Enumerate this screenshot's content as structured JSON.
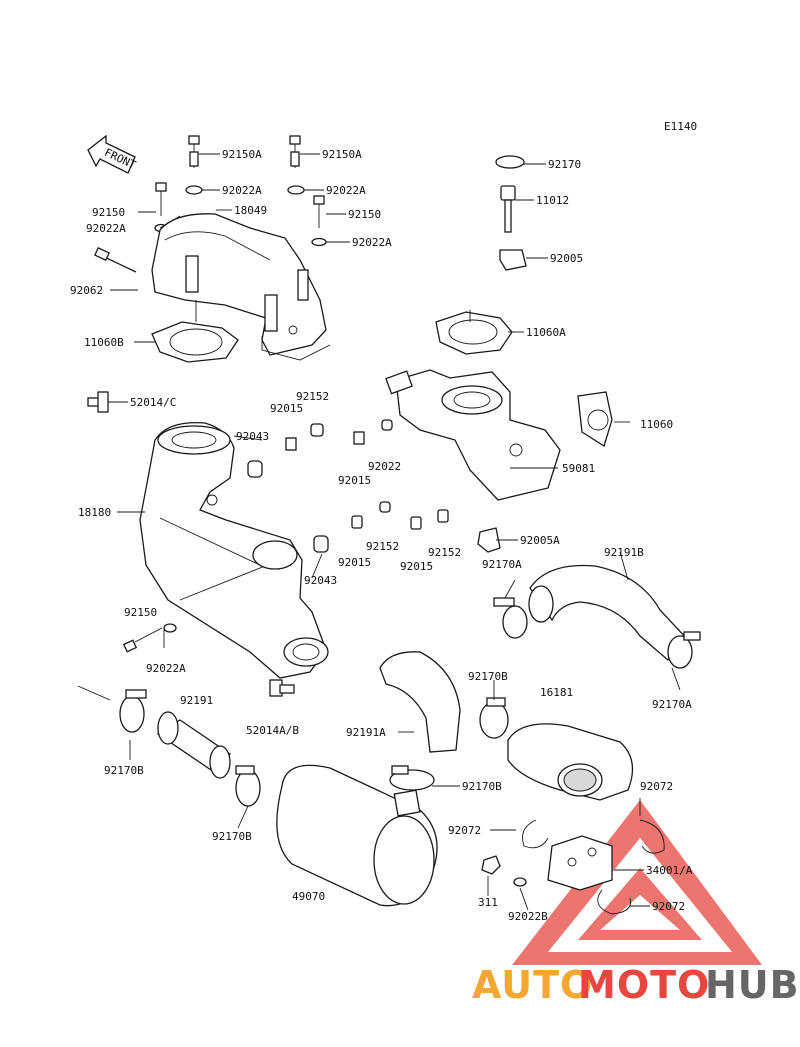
{
  "diagram_code": "E1140",
  "front_label": "FRONT",
  "watermark": {
    "text_part1": "AUTO",
    "text_part2": "MOTO",
    "text_part3": "HUB",
    "color_red": "#e8473f",
    "color_orange": "#f5a733",
    "color_grey": "#666666"
  },
  "labels": {
    "l01": "92150A",
    "l02": "92150A",
    "l03": "92170",
    "l04": "92022A",
    "l05": "92022A",
    "l06": "92150",
    "l07": "18049",
    "l08": "92150",
    "l09": "11012",
    "l10": "92022A",
    "l11": "92022A",
    "l12": "92005",
    "l13": "92062",
    "l14": "11060B",
    "l15": "11060A",
    "l16": "92152",
    "l17": "92015",
    "l18": "52014/C",
    "l19": "11060",
    "l20": "92043",
    "l21": "92022",
    "l22": "92015",
    "l23": "59081",
    "l24": "18180",
    "l25": "92152",
    "l26": "92152",
    "l27": "92005A",
    "l28": "92015",
    "l29": "92015",
    "l30": "92191B",
    "l31": "92043",
    "l32": "92170A",
    "l33": "92150",
    "l34": "92022A",
    "l35": "92170B",
    "l36": "16181",
    "l37": "92191",
    "l38": "52014A/B",
    "l39": "92191A",
    "l40": "92170A",
    "l41": "92170B",
    "l42": "92170B",
    "l43": "92072",
    "l44": "92170B",
    "l45": "92072",
    "l46": "34001/A",
    "l47": "49070",
    "l48": "311",
    "l49": "92022B",
    "l50": "92072"
  }
}
